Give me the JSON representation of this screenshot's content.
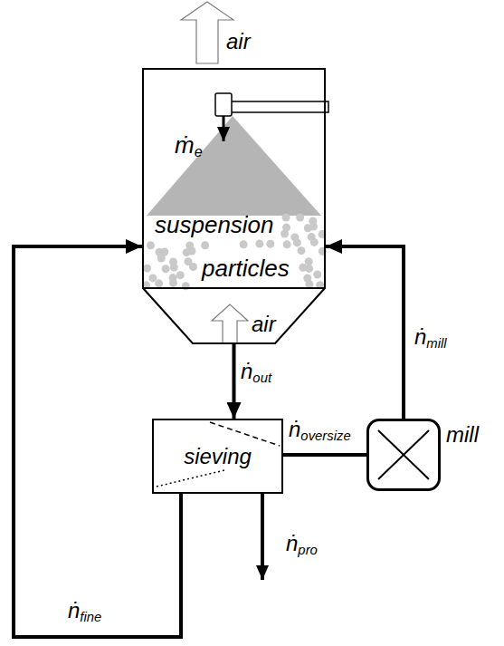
{
  "diagram": {
    "nodes": [
      {
        "text": [
          "ṁe",
          "suspension",
          "particles"
        ]
      },
      {
        "text": [
          "sieving"
        ]
      },
      {
        "text": [
          "mill"
        ]
      }
    ],
    "edges": [
      {
        "from": 0,
        "to": 1,
        "arrow": "to",
        "label": "ṅout"
      },
      {
        "from": 1,
        "to": 2,
        "arrow": "none",
        "label": "ṅoversize"
      },
      {
        "from": 2,
        "to": 0,
        "arrow": "to",
        "label": "ṅmill"
      },
      {
        "from": 1,
        "to": 0,
        "arrow": "to",
        "label": "ṅfine"
      }
    ],
    "labels": [
      "air",
      "air",
      "ṅpro"
    ]
  }
}
